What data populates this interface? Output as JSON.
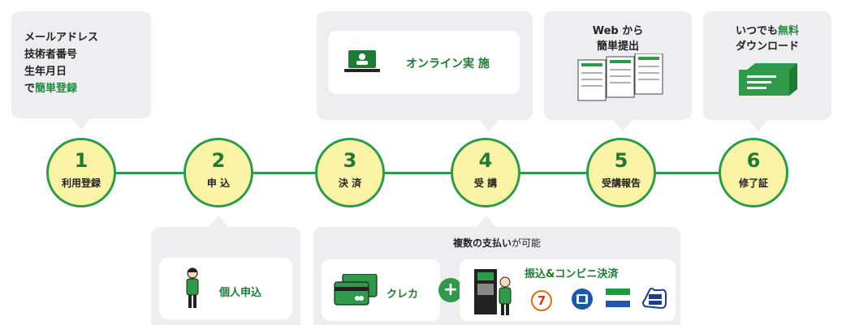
{
  "steps": [
    {
      "num": "1",
      "label": "利用登録"
    },
    {
      "num": "2",
      "label": "申 込"
    },
    {
      "num": "3",
      "label": "決 済"
    },
    {
      "num": "4",
      "label": "受 講"
    },
    {
      "num": "5",
      "label": "受講報告"
    },
    {
      "num": "6",
      "label": "修了証"
    }
  ],
  "step1_note": {
    "line1": "メールアドレス",
    "line2": "技術者番号",
    "line3": "生年月日",
    "line4_prefix": "で",
    "line4_highlight": "簡単登録"
  },
  "step4_note": {
    "online": "オンライン実 施"
  },
  "step5_note": {
    "line1": "Web から",
    "line2": "簡単提出"
  },
  "step6_note": {
    "line1_prefix": "いつでも",
    "line1_highlight": "無料",
    "line2": "ダウンロード"
  },
  "step2_note": {
    "individual": "個人申込"
  },
  "payment": {
    "title_prefix": "複数の支払い",
    "title_suffix": "が可能",
    "card": "クレカ",
    "plus": "+",
    "transfer": "振込&コンビニ決済",
    "stores": [
      "7",
      "LAWSON",
      "FamilyMart",
      "MINI STOP"
    ]
  },
  "colors": {
    "accent": "#2f9a4a",
    "node_fill": "#fbf3a6",
    "bubble": "#eeeef0"
  }
}
